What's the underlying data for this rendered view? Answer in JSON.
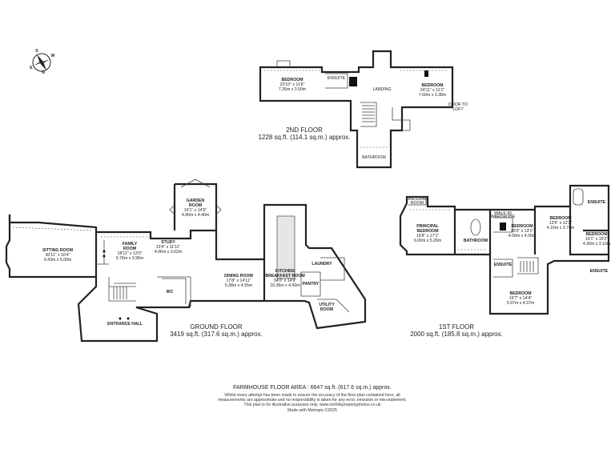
{
  "compass": {
    "n": "N",
    "s": "S",
    "e": "E",
    "w": "W"
  },
  "floors": {
    "second": {
      "title": "2ND FLOOR",
      "area": "1228 sq.ft. (114.1 sq.m.) approx.",
      "rooms": {
        "bedroom_w": [
          "BEDROOM",
          "23'10\" x 11'6\"",
          "7.26m x 3.50m"
        ],
        "ensuite": [
          "ENSUITE"
        ],
        "landing": [
          "LANDING"
        ],
        "bedroom_e": [
          "BEDROOM",
          "24'11\" x 11'1\"",
          "7.60m x 3.38m"
        ],
        "loft": [
          "DOOR TO",
          "LOFT"
        ],
        "bathroom": [
          "BATHROOM"
        ]
      }
    },
    "ground": {
      "title": "GROUND FLOOR",
      "area": "3419 sq.ft. (317.6 sq.m.) approx.",
      "rooms": {
        "sitting": [
          "SITTING ROOM",
          "30'11\" x 16'4\"",
          "9.43m x 5.00m"
        ],
        "family": [
          "FAMILY",
          "ROOM",
          "18'11\" x 13'0\"",
          "5.76m x 3.96m"
        ],
        "study": [
          "STUDY",
          "13'4\" x 11'11\"",
          "4.06m x 3.62m"
        ],
        "garden": [
          "GARDEN",
          "ROOM",
          "16'1\" x 14'5\"",
          "4.90m x 4.40m"
        ],
        "dining": [
          "DINING ROOM",
          "17'8\" x 14'11\"",
          "5.38m x 4.55m"
        ],
        "kitchen": [
          "KITCHEN/",
          "BREAKFAST ROOM",
          "34'0\" x 14'9\"",
          "10.36m x 4.50m"
        ],
        "laundry": [
          "LAUNDRY"
        ],
        "pantry": [
          "PANTRY"
        ],
        "utility": [
          "UTILITY",
          "ROOM"
        ],
        "wc": [
          "WC"
        ],
        "hall": [
          "ENTRANCE HALL"
        ]
      }
    },
    "first": {
      "title": "1ST FLOOR",
      "area": "2000 sq.ft. (185.8 sq.m.) approx.",
      "rooms": {
        "dressing": [
          "DRESSING",
          "ROOM"
        ],
        "principal": [
          "PRINCIPAL",
          "BEDROOM",
          "19'8\" x 17'1\"",
          "6.00m x 5.20m"
        ],
        "bathroom": [
          "BATHROOM"
        ],
        "walkin": [
          "WALK-IN",
          "WARDROBE"
        ],
        "bedroom_c": [
          "BEDROOM",
          "15'0\" x 13'1\"",
          "4.58m x 4.00m"
        ],
        "bedroom_ne": [
          "BEDROOM",
          "13'6\" x 12'3\"",
          "4.16m x 3.74m"
        ],
        "ensuite_ne": [
          "ENSUITE"
        ],
        "bedroom_e": [
          "BEDROOM",
          "14'1\" x 10'2\"",
          "4.30m x 3.10m"
        ],
        "ensuite_e": [
          "ENSUITE"
        ],
        "ensuite_c": [
          "ENSUITE"
        ],
        "bedroom_s": [
          "BEDROOM",
          "19'7\" x 14'4\"",
          "5.97m x 4.37m"
        ]
      }
    }
  },
  "summary": "FARMHOUSE FLOOR AREA : 6647 sq.ft. (617.6 sq.m.) approx.",
  "disclaimer": [
    "Whilst every attempt has been made to ensure the accuracy of the floor plan contained here, all",
    "measurements are approximate and no responsibility is taken for any error, emission or mis-statement.",
    "This plan is for illustrative purposes only. www.norfolkpropertyphotos.co.uk",
    "Made with Metropix ©2025"
  ]
}
